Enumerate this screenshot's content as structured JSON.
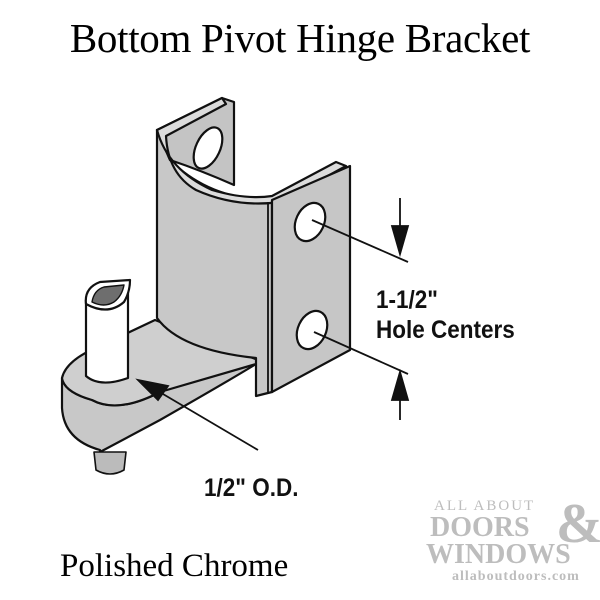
{
  "title": "Bottom Pivot Hinge Bracket",
  "finish": "Polished Chrome",
  "callouts": {
    "hole_spacing_line1": "1-1/2\"",
    "hole_spacing_line2": "Hole Centers",
    "pin_diameter": "1/2\" O.D."
  },
  "watermark": {
    "line1": "ALL ABOUT",
    "line2": "DOORS",
    "ampersand": "&",
    "line3": "WINDOWS",
    "url": "allaboutdoors.com"
  },
  "colors": {
    "metal_fill": "#c8c8c8",
    "pin_fill": "#ffffff",
    "pin_hole": "#6e6e6e",
    "outline": "#111111",
    "watermark": "#bdbdbd"
  }
}
